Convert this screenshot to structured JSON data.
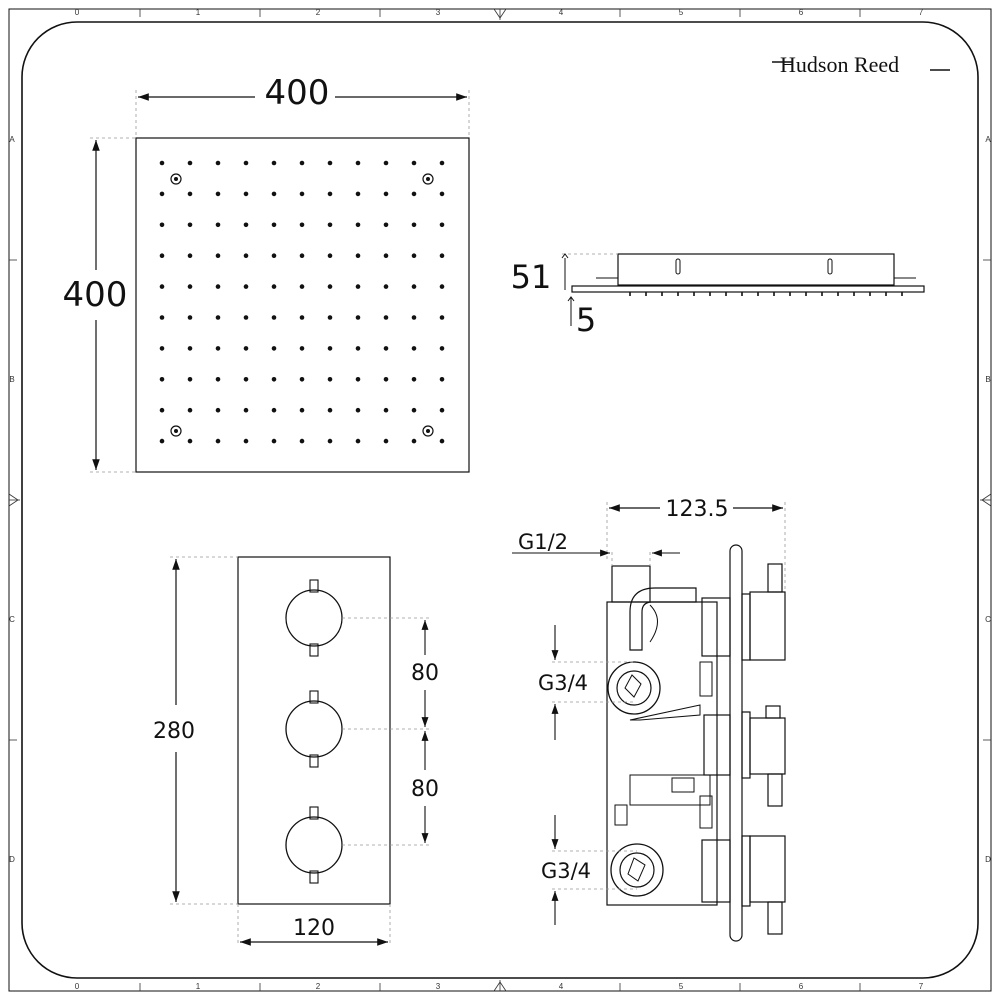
{
  "brand": {
    "name": "Hudson Reed"
  },
  "frame": {
    "columns": [
      "0",
      "1",
      "2",
      "3",
      "4",
      "5",
      "6",
      "7"
    ],
    "rows": [
      "A",
      "B",
      "C",
      "D"
    ]
  },
  "dimensions": {
    "head_width": "400",
    "head_height": "400",
    "head_depth": "51",
    "head_face": "5",
    "valve_depth": "123.5",
    "outlet_top": "G1/2",
    "outlet_mid": "G3/4",
    "outlet_bottom": "G3/4",
    "plate_height": "280",
    "handle_spacing_1": "80",
    "handle_spacing_2": "80",
    "plate_width": "120"
  }
}
